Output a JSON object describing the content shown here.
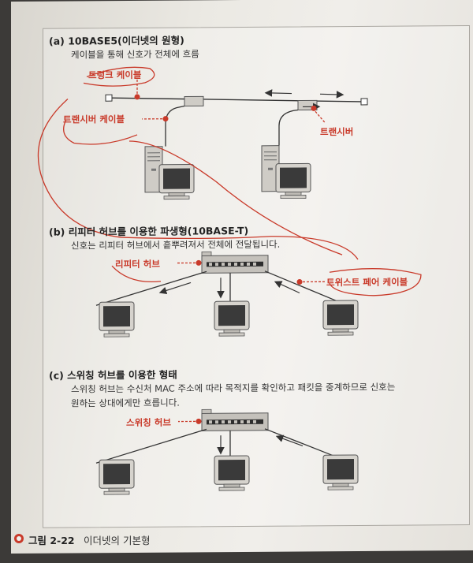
{
  "section_a": {
    "title": "(a) 10BASE5(이더넷의 원형)",
    "subtitle": "케이블을 통해 신호가 전체에 흐름",
    "labels": {
      "trunk_cable": "트렁크 케이블",
      "transceiver_cable": "트랜시버 케이블",
      "transceiver": "트랜시버"
    }
  },
  "section_b": {
    "title": "(b) 리피터 허브를 이용한 파생형(10BASE-T)",
    "subtitle": "신호는 리피터 허브에서 흩뿌려져서 전체에 전달됩니다.",
    "labels": {
      "repeater_hub": "리피터 허브",
      "twisted_pair": "트위스트 페어 케이블"
    }
  },
  "section_c": {
    "title": "(c) 스위칭 허브를 이용한 형태",
    "subtitle_line1": "스위칭 허브는 수신처 MAC 주소에 따라 목적지를 확인하고 패킷을 중계하므로 신호는",
    "subtitle_line2": "원하는 상대에게만 흐릅니다.",
    "labels": {
      "switching_hub": "스위칭 허브"
    }
  },
  "caption": {
    "number": "그림 2-22",
    "text": "이더넷의 기본형"
  },
  "colors": {
    "accent_red": "#c93a2a",
    "line": "#333333",
    "device_gray": "#bdbab4"
  }
}
